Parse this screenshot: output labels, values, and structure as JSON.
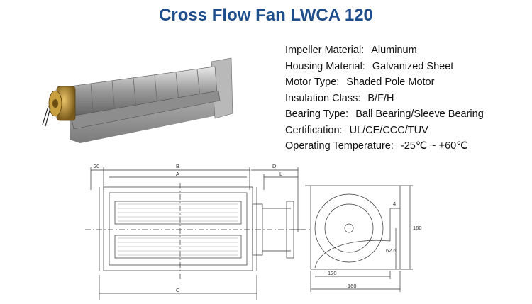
{
  "title": "Cross Flow Fan LWCA 120",
  "specs": [
    {
      "label": "Impeller Material:",
      "value": "Aluminum"
    },
    {
      "label": "Housing Material:",
      "value": "Galvanized Sheet"
    },
    {
      "label": "Motor Type:",
      "value": "Shaded Pole Motor"
    },
    {
      "label": "Insulation Class:",
      "value": "B/F/H"
    },
    {
      "label": "Bearing Type:",
      "value": "Ball Bearing/Sleeve Bearing"
    },
    {
      "label": "Certification:",
      "value": "UL/CE/CCC/TUV"
    },
    {
      "label": "Operating Temperature:",
      "value": "-25℃ ~ +60℃"
    }
  ],
  "drawing": {
    "dim_20": "20",
    "dim_b": "B",
    "dim_a": "A",
    "dim_d": "D",
    "dim_l": "L",
    "dim_c": "C",
    "dim_4": "4",
    "dim_160_v": "160",
    "dim_62_6": "62.6",
    "dim_120": "120",
    "dim_160_h": "160"
  }
}
